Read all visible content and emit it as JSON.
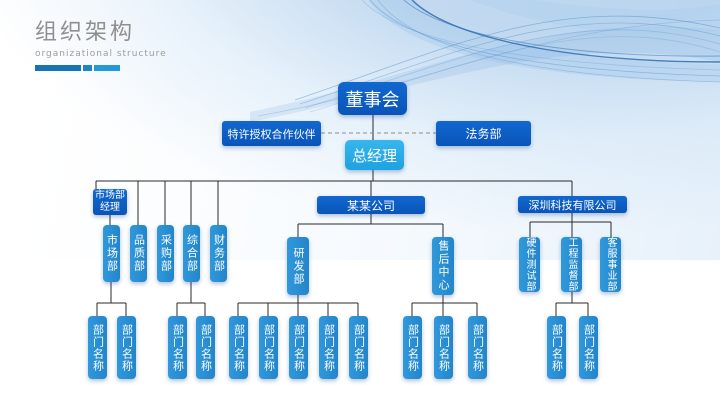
{
  "slide": {
    "title": "组织架构",
    "subtitle": "organizational structure"
  },
  "palette": {
    "dark_blue": "#0b5cc2",
    "cyan_blue": "#29ace6",
    "mid_blue": "#2e94d8",
    "title_gray": "#8f8f8f",
    "connector_line": "#2a2a2a",
    "dashed_line": "#8c8c8c"
  },
  "org": {
    "board": "董事会",
    "general_manager": "总经理",
    "franchise_partner": "特许授权合作伙伴",
    "legal_dept": "法务部",
    "marketing_manager": "市场部经理",
    "left_departments": [
      "市场部",
      "品质部",
      "采购部",
      "综合部",
      "财务部"
    ],
    "center_company": "某某公司",
    "center_departments": [
      "研发部",
      "售后中心"
    ],
    "right_company": "深圳科技有限公司",
    "right_departments": [
      "硬件测试部",
      "工程监督部",
      "客服事业部"
    ],
    "department_label": "部门名称"
  }
}
